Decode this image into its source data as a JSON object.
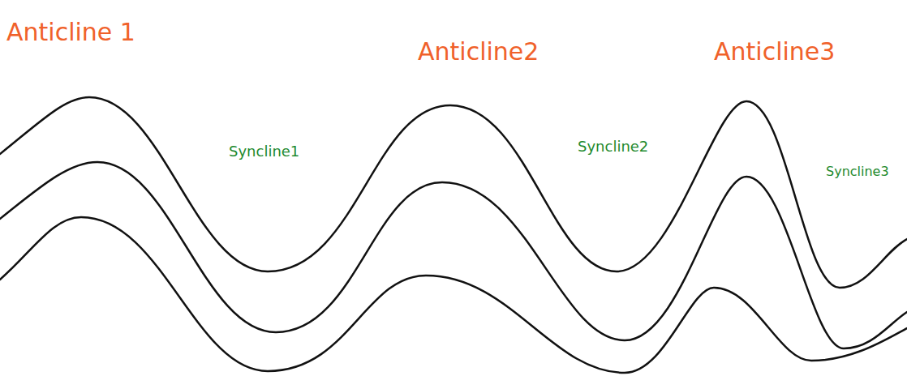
{
  "diagram": {
    "labels": [
      "Anticline 1",
      "Anticline2",
      "Anticline3",
      "Syncline1",
      "Syncline2",
      "Syncline3"
    ]
  }
}
